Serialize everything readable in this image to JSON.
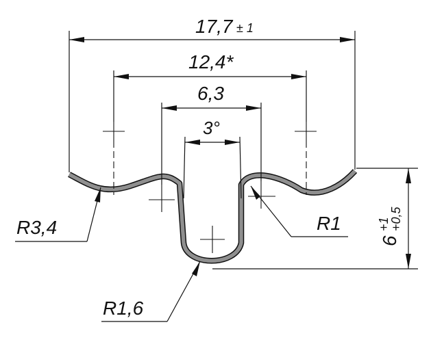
{
  "dimensions": {
    "overall_width": "17,7",
    "overall_tolerance": "± 1",
    "inner_width": "12,4*",
    "channel_width": "6,3",
    "angle": "3°",
    "height": "6",
    "height_tol_upper": "+1",
    "height_tol_lower": "+0,5"
  },
  "radii": {
    "left": "R3,4",
    "right": "R1",
    "bottom": "R1,6"
  },
  "colors": {
    "line": "#111111",
    "profile_fill": "#8f8f8f"
  }
}
